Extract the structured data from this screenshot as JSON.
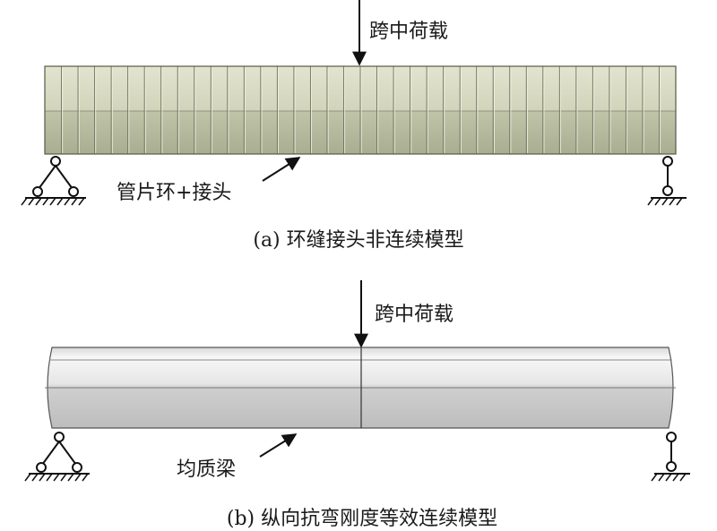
{
  "panel_a": {
    "load_label": "跨中荷载",
    "beam_label": "管片环+接头",
    "caption": "(a) 环缝接头非连续模型",
    "segments": 38,
    "colors": {
      "top": "#d6d8c0",
      "bottom": "#b7bb9f",
      "seam": "#6e725c"
    }
  },
  "panel_b": {
    "load_label": "跨中荷载",
    "beam_label": "均质梁",
    "caption": "(b) 纵向抗弯刚度等效连续模型",
    "colors": {
      "top": "#ececec",
      "bottom": "#c9c9c9",
      "line": "#555555"
    }
  }
}
